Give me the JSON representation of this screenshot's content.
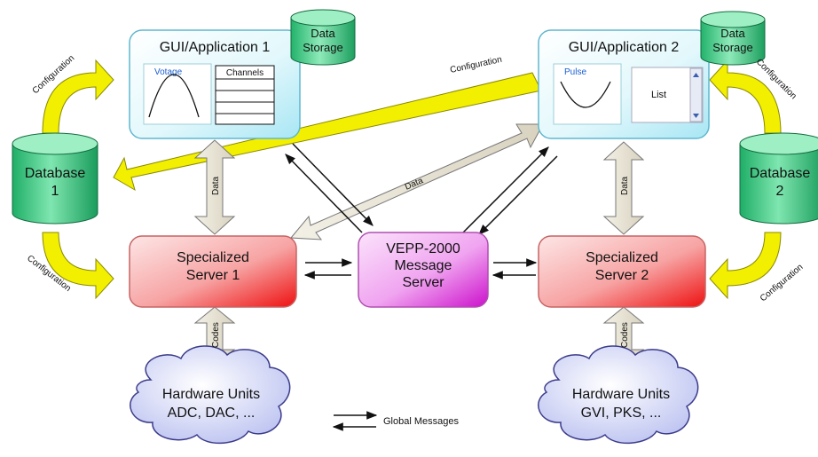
{
  "gui1": {
    "title": "GUI/Application 1",
    "plot_label": "Votage",
    "channels_label": "Channels"
  },
  "gui2": {
    "title": "GUI/Application 2",
    "plot_label": "Pulse",
    "list_label": "List"
  },
  "storage1": {
    "line1": "Data",
    "line2": "Storage"
  },
  "storage2": {
    "line1": "Data",
    "line2": "Storage"
  },
  "db1": {
    "line1": "Database",
    "line2": "1"
  },
  "db2": {
    "line1": "Database",
    "line2": "2"
  },
  "server1": {
    "line1": "Specialized",
    "line2": "Server 1"
  },
  "server2": {
    "line1": "Specialized",
    "line2": "Server 2"
  },
  "message_server": {
    "line1": "VEPP-2000",
    "line2": "Message",
    "line3": "Server"
  },
  "hw1": {
    "line1": "Hardware Units",
    "line2": "ADC, DAC, ..."
  },
  "hw2": {
    "line1": "Hardware Units",
    "line2": "GVI, PKS, ..."
  },
  "labels": {
    "configuration": "Configuration",
    "data": "Data",
    "codes": "Codes",
    "global_messages": "Global Messages"
  },
  "colors": {
    "gui_fill": "#d8f6fb",
    "gui_stroke": "#5fb7cf",
    "server_fill": "#f5a8a8",
    "server_accent": "#ee2222",
    "message_fill": "#f0b6f0",
    "message_accent": "#cc22cc",
    "db_fill": "#2ec27a",
    "yellow_arrow": "#f2ef00",
    "data_arrow": "#ddd8c8",
    "cloud_fill": "#cfd4f4"
  }
}
